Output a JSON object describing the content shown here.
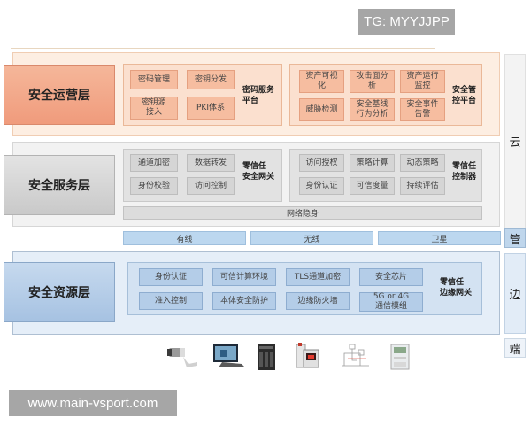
{
  "watermarks": {
    "top": "TG: MYYJJPP",
    "bottom": "www.main-vsport.com"
  },
  "layers": {
    "operations": {
      "title": "安全运营层",
      "groups": [
        {
          "label": "密码服务\n平台",
          "items": [
            "密码管理",
            "密钥分发",
            "密钥源\n接入",
            "PKI体系"
          ]
        },
        {
          "label": "安全管\n控平台",
          "items": [
            "资产可视\n化",
            "攻击面分\n析",
            "资产运行\n监控",
            "威胁检测",
            "安全基线\n行为分析",
            "安全事件\n告警"
          ]
        }
      ]
    },
    "service": {
      "title": "安全服务层",
      "groups": [
        {
          "label": "零信任\n安全网关",
          "items": [
            "通道加密",
            "数据转发",
            "身份校验",
            "访问控制"
          ]
        },
        {
          "label": "零信任\n控制器",
          "items": [
            "访问授权",
            "策略计算",
            "动态策略",
            "身份认证",
            "可信度量",
            "持续评估"
          ]
        }
      ],
      "network_bar": "网络隐身"
    },
    "links": [
      "有线",
      "无线",
      "卫星"
    ],
    "resource": {
      "title": "安全资源层",
      "group": {
        "label": "零信任\n边缘网关",
        "items": [
          "身份认证",
          "可信计算环境",
          "TLS通道加密",
          "安全芯片",
          "准入控制",
          "本体安全防护",
          "边缘防火墙",
          "5G or 4G\n通信模组"
        ]
      }
    }
  },
  "side_labels": [
    "云",
    "管",
    "边",
    "端"
  ],
  "devices": [
    "camera-icon",
    "desktop-computer-icon",
    "server-icon",
    "power-meter-icon",
    "circuit-diagram-icon",
    "electric-meter-icon"
  ],
  "colors": {
    "operations": "#f09b7c",
    "service": "#c9c9c9",
    "resource": "#a6c2e2",
    "link": "#bcd7ef"
  }
}
